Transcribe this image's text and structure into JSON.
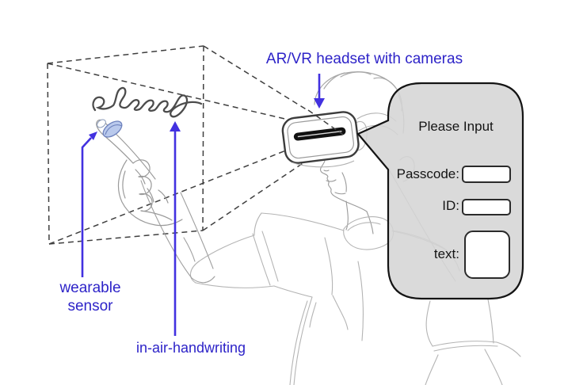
{
  "figure": {
    "annotations": {
      "headset_label": "AR/VR headset with cameras",
      "sensor_label_line1": "wearable",
      "sensor_label_line2": "sensor",
      "handwriting_label": "in-air-handwriting"
    },
    "annotation_color": "#2d23c8",
    "arrow_color": "#4231e0",
    "sensor_color": "#b9c9ec"
  },
  "bubble": {
    "title": "Please Input",
    "bg_color": "#d4d4d4",
    "fields": [
      {
        "label": "Passcode:",
        "value": "",
        "type": "input"
      },
      {
        "label": "ID:",
        "value": "",
        "type": "input"
      },
      {
        "label": "text:",
        "value": "",
        "type": "textarea"
      }
    ]
  }
}
